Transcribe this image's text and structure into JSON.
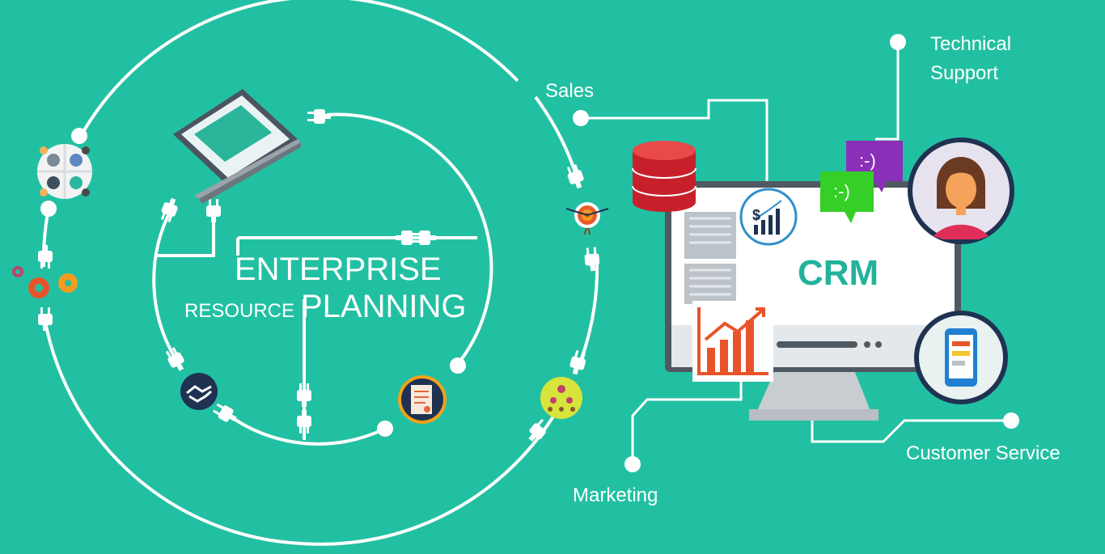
{
  "erp": {
    "title_line1": "ENTERPRISE",
    "title_line2": "PLANNING",
    "title_small": "RESOURCE"
  },
  "crm": {
    "title": "CRM",
    "currency_symbol": "$",
    "chat_face_1": ":-)",
    "chat_face_2": ":-)"
  },
  "labels": {
    "sales": "Sales",
    "technical_support_1": "Technical",
    "technical_support_2": "Support",
    "customer_service": "Customer Service",
    "marketing": "Marketing"
  },
  "colors": {
    "background": "#22c0a2",
    "line": "#ffffff",
    "crm_text": "#22b39a",
    "database": "#d7272a",
    "chart": "#e8542a",
    "chat_purple": "#8a2fb8",
    "chat_green": "#35cf27"
  },
  "icons": [
    "laptop-icon",
    "team-table-icon",
    "gears-icon",
    "plug-icon",
    "handshake-icon",
    "document-icon",
    "target-icon",
    "org-chart-icon",
    "database-icon",
    "sales-chart-icon",
    "growth-chart-icon",
    "chat-bubble-icon",
    "person-avatar-icon",
    "smartphone-icon",
    "monitor-icon"
  ]
}
